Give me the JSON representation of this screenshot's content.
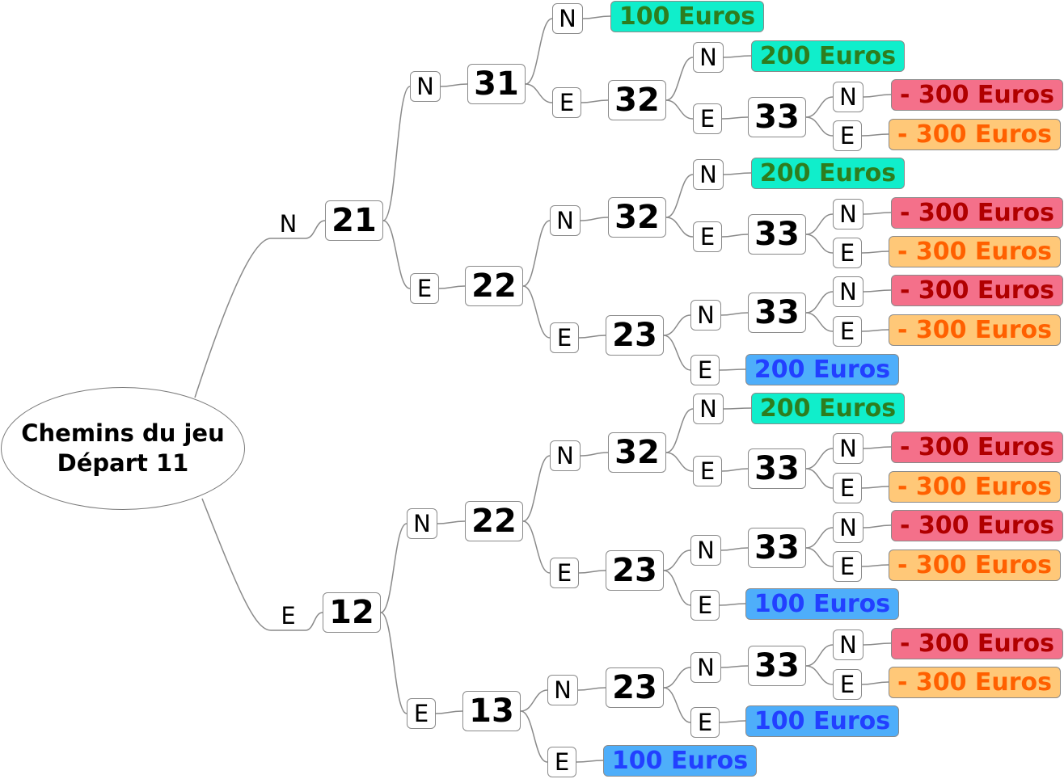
{
  "root": {
    "line1": "Chemins du jeu",
    "line2": "Départ 11"
  },
  "colors": {
    "g": {
      "bg": "#10eecb",
      "fg": "#2e7d1e"
    },
    "r": {
      "bg": "#f4708a",
      "fg": "#b00000"
    },
    "o": {
      "bg": "#ffc878",
      "fg": "#ff6000"
    },
    "b": {
      "bg": "#4eaefa",
      "fg": "#2240ff"
    },
    "line": "#8a8a8a"
  },
  "nodes": {
    "l1n": "N",
    "n21": "21",
    "n21n": "N",
    "n31": "31",
    "n31n": "N",
    "g1": "100 Euros",
    "n31e": "E",
    "n32a": "32",
    "n32an": "N",
    "g2": "200 Euros",
    "n32ae": "E",
    "n33a": "33",
    "n33an": "N",
    "r1": "- 300 Euros",
    "n33ae": "E",
    "o1": "- 300 Euros",
    "n21e": "E",
    "n22a": "22",
    "n22an": "N",
    "n32b": "32",
    "n32bn": "N",
    "g3": "200 Euros",
    "n32be": "E",
    "n33b": "33",
    "n33bn": "N",
    "r2": "- 300 Euros",
    "n33be": "E",
    "o2": "- 300 Euros",
    "n22ae": "E",
    "n23a": "23",
    "n23an": "N",
    "n33c": "33",
    "n33cn": "N",
    "r3": "- 300 Euros",
    "n33ce": "E",
    "o3": "- 300 Euros",
    "n23ae": "E",
    "b1": "200 Euros",
    "l1e": "E",
    "n12": "12",
    "n12n": "N",
    "n22b": "22",
    "n22bn": "N",
    "n32c": "32",
    "n32cn": "N",
    "g4": "200 Euros",
    "n32ce": "E",
    "n33d": "33",
    "n33dn": "N",
    "r4": "- 300 Euros",
    "n33de": "E",
    "o4": "- 300 Euros",
    "n22be": "E",
    "n23b": "23",
    "n23bn": "N",
    "n33e": "33",
    "n33en": "N",
    "r5": "- 300 Euros",
    "n33ee": "E",
    "o5": "- 300 Euros",
    "n23be": "E",
    "b2": "100 Euros",
    "n12e": "E",
    "n13": "13",
    "n13n": "N",
    "n23c": "23",
    "n23cn": "N",
    "n33f": "33",
    "n33fn": "N",
    "r6": "- 300 Euros",
    "n33fe": "E",
    "o6": "- 300 Euros",
    "n23ce": "E",
    "b3": "100 Euros",
    "n13e": "E",
    "b4": "100 Euros"
  }
}
